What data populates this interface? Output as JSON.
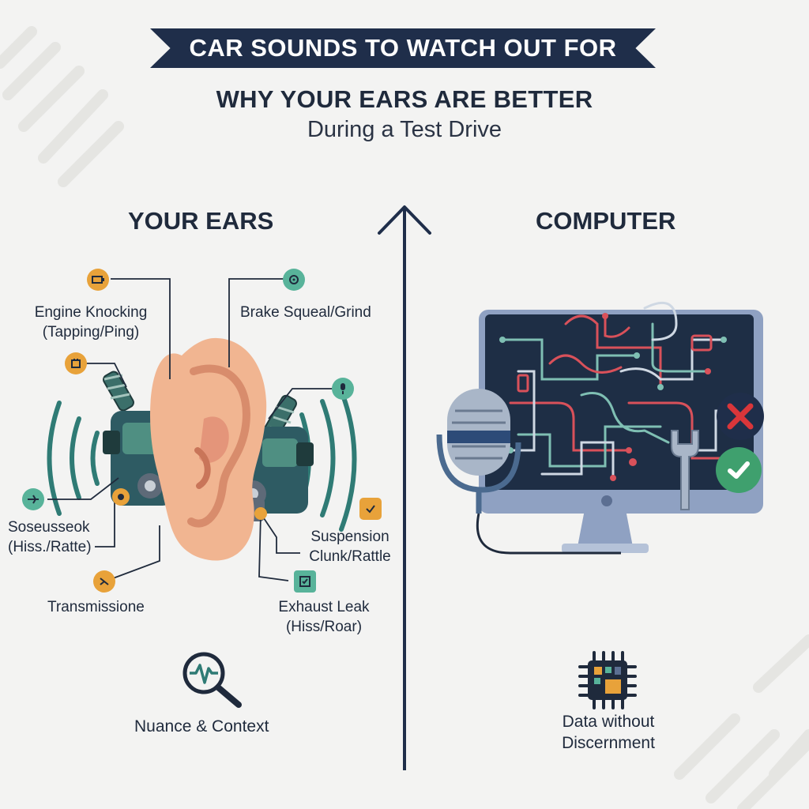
{
  "header": {
    "banner_title": "CAR SOUNDS TO WATCH OUT FOR",
    "subtitle": "WHY YOUR EARS ARE BETTER",
    "subtitle_line2": "During a Test Drive"
  },
  "left_panel": {
    "heading": "YOUR EARS",
    "labels": {
      "engine_knocking": [
        "Engine Knocking",
        "(Tapping/Ping)"
      ],
      "brake": "Brake Squeal/Grind",
      "soseusseok": [
        "Soseusseok",
        "(Hiss./Ratte)"
      ],
      "suspension": [
        "Suspension",
        "Clunk/Rattle"
      ],
      "transmission": "Transmissione",
      "exhaust": [
        "Exhaust Leak",
        "(Hiss/Roar)"
      ]
    },
    "bottom_caption": "Nuance & Context"
  },
  "right_panel": {
    "heading": "COMPUTER",
    "bottom_caption": [
      "Data without",
      "Discernment"
    ]
  },
  "colors": {
    "navy": "#1f2e4a",
    "teal": "#2f7b75",
    "orange_icon": "#e8a23a",
    "green_icon": "#58b39a",
    "red_x": "#d9363a",
    "green_check": "#3fa06e",
    "ear_skin": "#f1b591",
    "monitor": "#8fa1c2"
  },
  "icons": [
    "engine-icon",
    "brake-icon",
    "battery-icon",
    "microphone-icon",
    "airplane-icon",
    "gear-icon",
    "transmission-icon",
    "chart-icon",
    "magnifier-waveform-icon",
    "cpu-chip-icon",
    "wrench-icon",
    "x-mark-icon",
    "check-mark-icon"
  ]
}
